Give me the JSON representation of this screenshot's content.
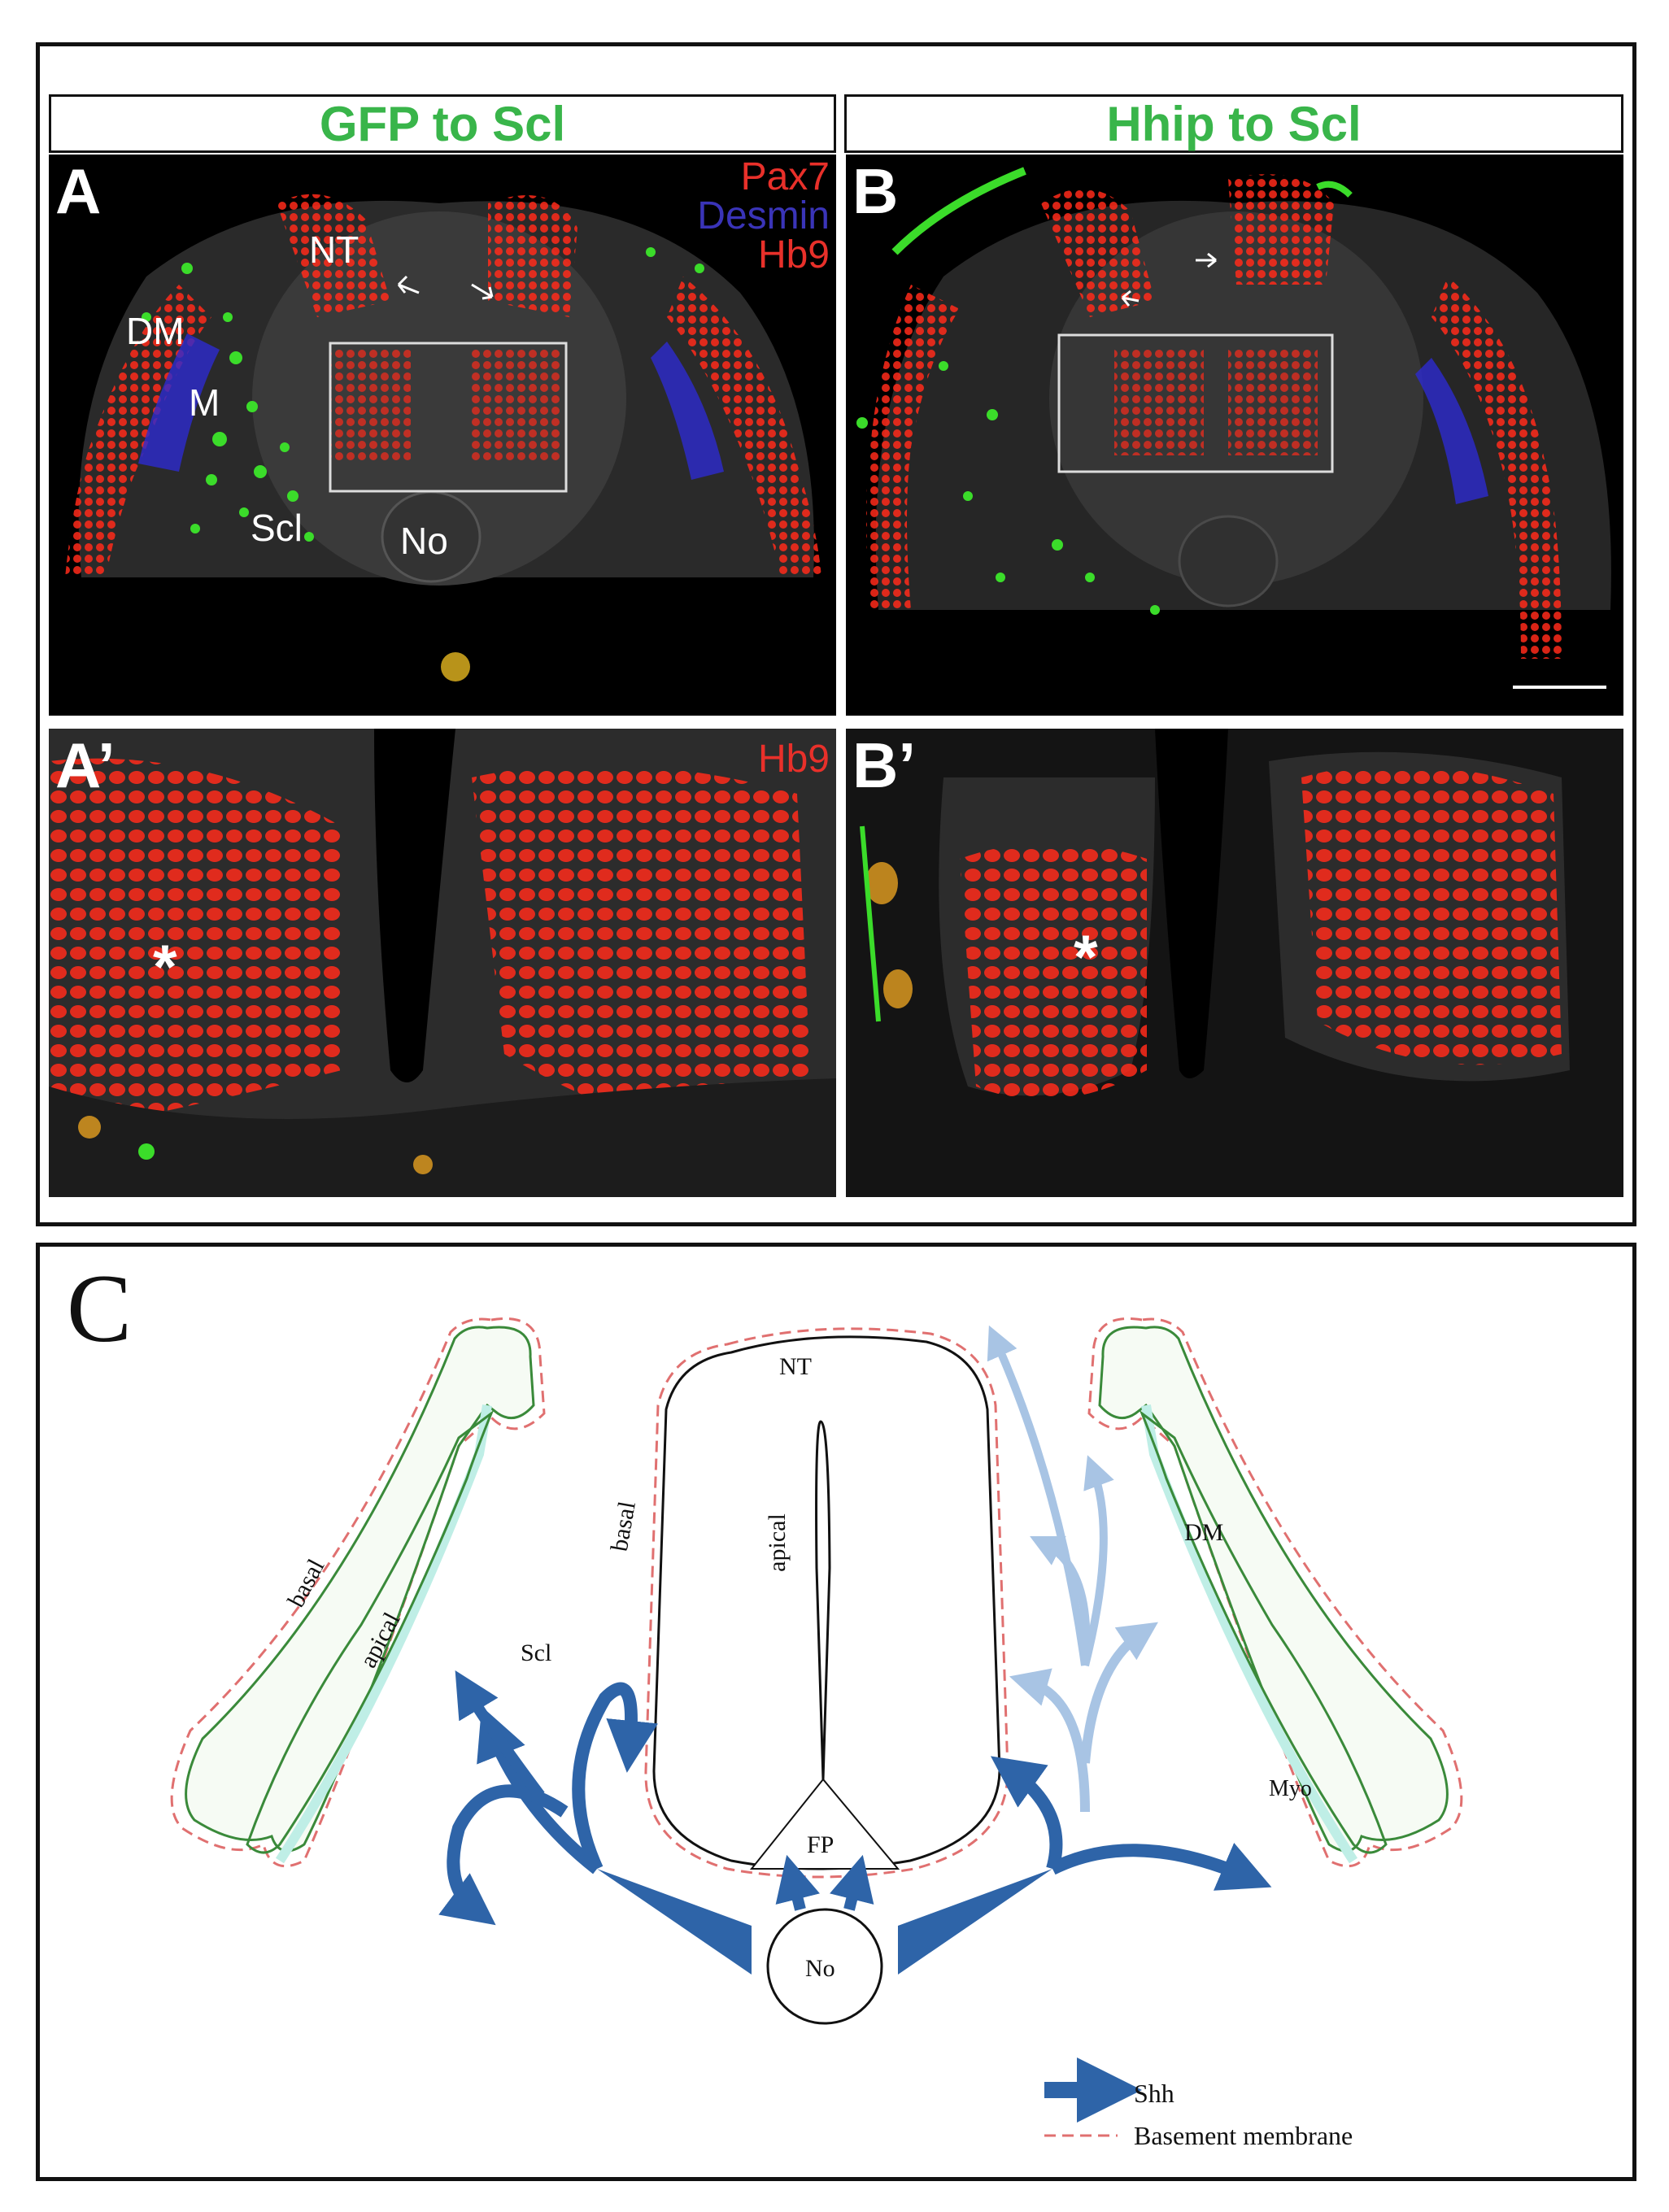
{
  "top": {
    "headers": [
      "GFP to Scl",
      "Hhip to Scl"
    ],
    "panels": {
      "A": {
        "letter": "A",
        "labels": [
          "NT",
          "DM",
          "M",
          "Scl",
          "No"
        ],
        "legend": [
          "Pax7",
          "Desmin",
          "Hb9"
        ]
      },
      "B": {
        "letter": "B"
      },
      "A2": {
        "letter": "A’",
        "legend": "Hb9",
        "star": "*"
      },
      "B2": {
        "letter": "B’",
        "star": "*"
      }
    }
  },
  "diagram": {
    "letter": "C",
    "labels": {
      "nt": "NT",
      "apical_nt": "apical",
      "basal_nt": "basal",
      "basal_left": "basal",
      "apical_left": "apical",
      "scl": "Scl",
      "fp": "FP",
      "no": "No",
      "dm": "DM",
      "myo": "Myo"
    },
    "legend": {
      "shh": "Shh",
      "bm": "Basement membrane"
    },
    "colors": {
      "shh_arrow": "#2e64a8",
      "shh_faded": "#a8c4e4",
      "basement_membrane": "#e07070",
      "epithelium": "#3a8a3a",
      "myotome": "#bfeee6"
    }
  }
}
